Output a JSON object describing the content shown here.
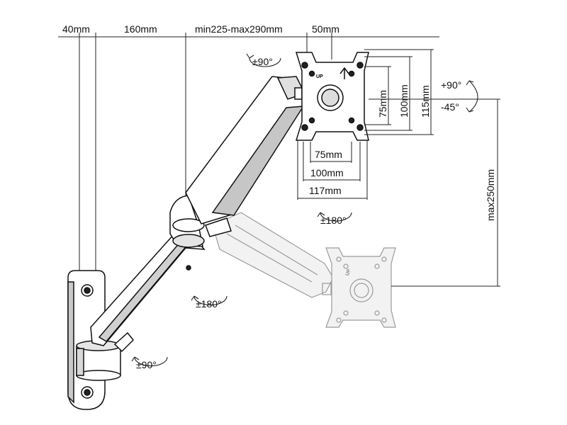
{
  "top_dimensions": {
    "base_width": "40mm",
    "lower_arm": "160mm",
    "upper_arm": "min225-max290mm",
    "head_offset": "50mm"
  },
  "vesa_dimensions": {
    "h_75": "75mm",
    "h_100": "100mm",
    "h_117": "117mm",
    "v_75": "75mm",
    "v_100": "100mm",
    "v_115": "115mm"
  },
  "height_adjustment": "max250mm",
  "rotations": {
    "top_swivel": "±90°",
    "tilt_up": "+90°",
    "tilt_down": "-45°",
    "plate_rotation": "±180°",
    "elbow_swivel": "±180°",
    "base_swivel": "±90°"
  },
  "plate_marking": "UP"
}
